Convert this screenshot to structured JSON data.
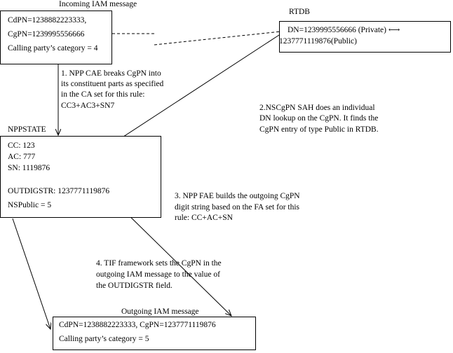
{
  "incoming": {
    "title": "Incoming IAM message",
    "line1": "CdPN=1238882223333,",
    "line2": "CgPN=1239995556666",
    "line3": "Calling party’s category = 4"
  },
  "rtdb": {
    "title": "RTDB",
    "line1": "DN=1239995556666 (Private) ⟷",
    "line2": "1237771119876(Public)"
  },
  "nppstate": {
    "title": "NPPSTATE",
    "cc": "CC: 123",
    "ac": "AC: 777",
    "sn": "SN: 1119876",
    "outdigstr": "OUTDIGSTR: 1237771119876",
    "nspublic": "NSPublic = 5"
  },
  "outgoing": {
    "title": "Outgoing IAM message",
    "line1": "CdPN=1238882223333, CgPN=1237771119876",
    "line2": "Calling party’s category = 5"
  },
  "notes": {
    "n1": [
      "1. NPP CAE breaks CgPN into",
      "its constituent parts as specified",
      "in the CA set for this rule:",
      "CC3+AC3+SN7"
    ],
    "n2": [
      "2.NSCgPN SAH does an individual",
      "DN lookup on the CgPN. It finds the",
      "CgPN entry of type Public in RTDB."
    ],
    "n3": [
      "3. NPP FAE builds the outgoing CgPN",
      "digit string based on the FA set for this",
      "rule: CC+AC+SN"
    ],
    "n4": [
      "4. TIF framework sets the CgPN in the",
      "outgoing IAM message to the value of",
      "the OUTDIGSTR field."
    ]
  }
}
